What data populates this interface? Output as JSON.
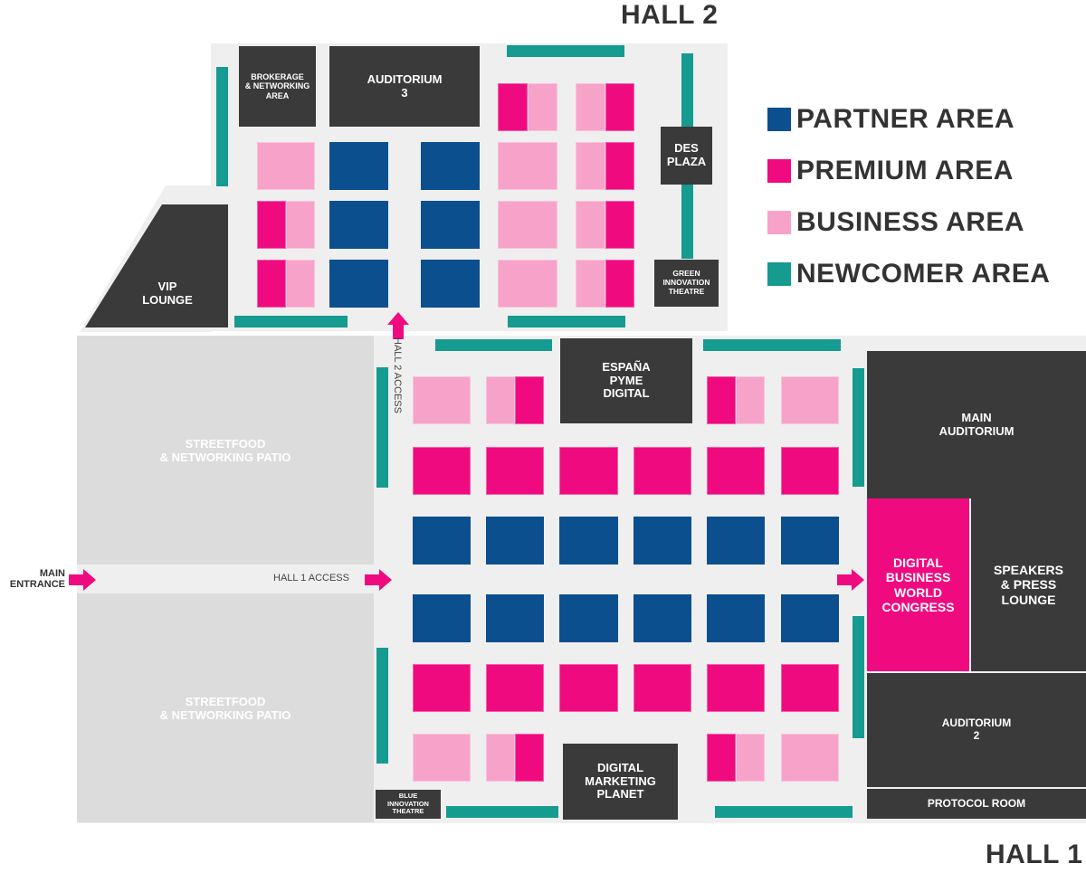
{
  "halls": {
    "hall2": "HALL 2",
    "hall1": "HALL 1"
  },
  "legend": [
    {
      "label": "PARTNER AREA",
      "color": "#0b4f8f"
    },
    {
      "label": "PREMIUM AREA",
      "color": "#f00a7f"
    },
    {
      "label": "BUSINESS AREA",
      "color": "#f7a3c9"
    },
    {
      "label": "NEWCOMER AREA",
      "color": "#159b8f"
    }
  ],
  "rooms": {
    "brokerage": "BROKERAGE\n& NETWORKING\nAREA",
    "auditorium3": "AUDITORIUM\n3",
    "des_plaza": "DES\nPLAZA",
    "green_theatre": "GREEN\nINNOVATION\nTHEATRE",
    "vip_lounge": "VIP\nLOUNGE",
    "espana": "ESPAÑA\nPYME\nDIGITAL",
    "main_auditorium": "MAIN\nAUDITORIUM",
    "dbwc": "DIGITAL\nBUSINESS\nWORLD\nCONGRESS",
    "speakers": "SPEAKERS\n& PRESS\nLOUNGE",
    "auditorium2": "AUDITORIUM\n2",
    "protocol": "PROTOCOL ROOM",
    "dmp": "DIGITAL\nMARKETING\nPLANET",
    "blue_theatre": "BLUE\nINNOVATION\nTHEATRE"
  },
  "patios": {
    "top": "STREETFOOD\n& NETWORKING PATIO",
    "bottom": "STREETFOOD\n& NETWORKING PATIO"
  },
  "labels": {
    "main_entrance": "MAIN\nENTRANCE",
    "hall1_access": "HALL 1 ACCESS",
    "hall2_access": "HALL 2 ACCESS"
  }
}
